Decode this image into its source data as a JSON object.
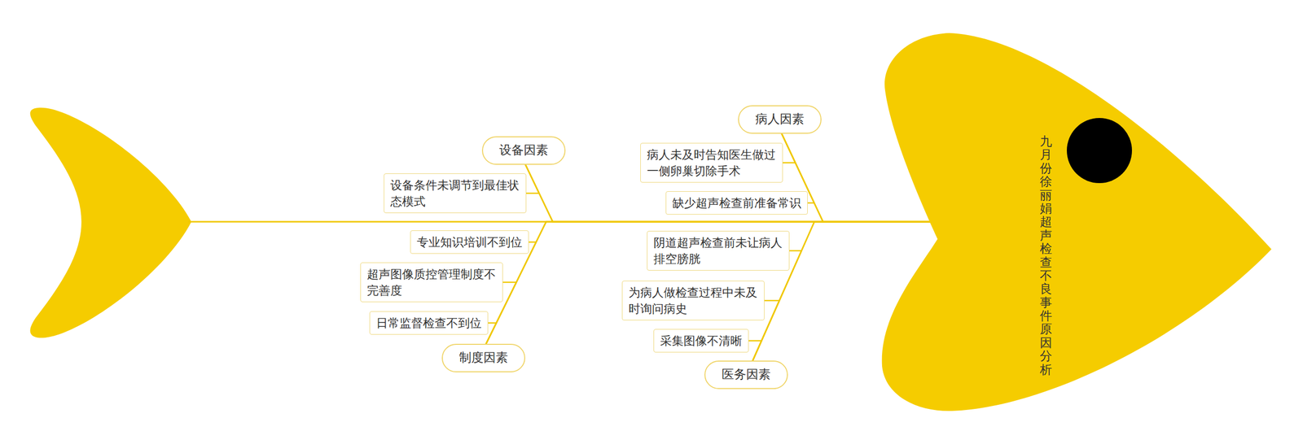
{
  "diagram": {
    "nodes": [
      {
        "text": [
          "九月份徐丽娟超声检查不良事件原因分析"
        ]
      },
      {
        "text": [
          "设备因素"
        ]
      },
      {
        "text": [
          "设备条件未调节到最佳状态模式"
        ]
      },
      {
        "text": [
          "制度因素"
        ]
      },
      {
        "text": [
          "专业知识培训不到位"
        ]
      },
      {
        "text": [
          "超声图像质控管理制度不完善度"
        ]
      },
      {
        "text": [
          "日常监督检查不到位"
        ]
      },
      {
        "text": [
          "病人因素"
        ]
      },
      {
        "text": [
          "病人未及时告知医生做过一侧卵巢切除手术"
        ]
      },
      {
        "text": [
          "缺少超声检查前准备常识"
        ]
      },
      {
        "text": [
          "医务因素"
        ]
      },
      {
        "text": [
          "阴道超声检查前未让病人排空膀胱"
        ]
      },
      {
        "text": [
          "为病人做检查过程中未及时询问病史"
        ]
      },
      {
        "text": [
          "采集图像不清晰"
        ]
      }
    ],
    "edges": [
      {
        "from": 1,
        "to": 0,
        "arrow": "none"
      },
      {
        "from": 1,
        "to": 2,
        "arrow": "none"
      },
      {
        "from": 3,
        "to": 0,
        "arrow": "none"
      },
      {
        "from": 3,
        "to": 4,
        "arrow": "none"
      },
      {
        "from": 3,
        "to": 5,
        "arrow": "none"
      },
      {
        "from": 3,
        "to": 6,
        "arrow": "none"
      },
      {
        "from": 7,
        "to": 0,
        "arrow": "none"
      },
      {
        "from": 7,
        "to": 8,
        "arrow": "none"
      },
      {
        "from": 7,
        "to": 9,
        "arrow": "none"
      },
      {
        "from": 10,
        "to": 0,
        "arrow": "none"
      },
      {
        "from": 10,
        "to": 11,
        "arrow": "none"
      },
      {
        "from": 10,
        "to": 12,
        "arrow": "none"
      },
      {
        "from": 10,
        "to": 13,
        "arrow": "none"
      }
    ]
  }
}
